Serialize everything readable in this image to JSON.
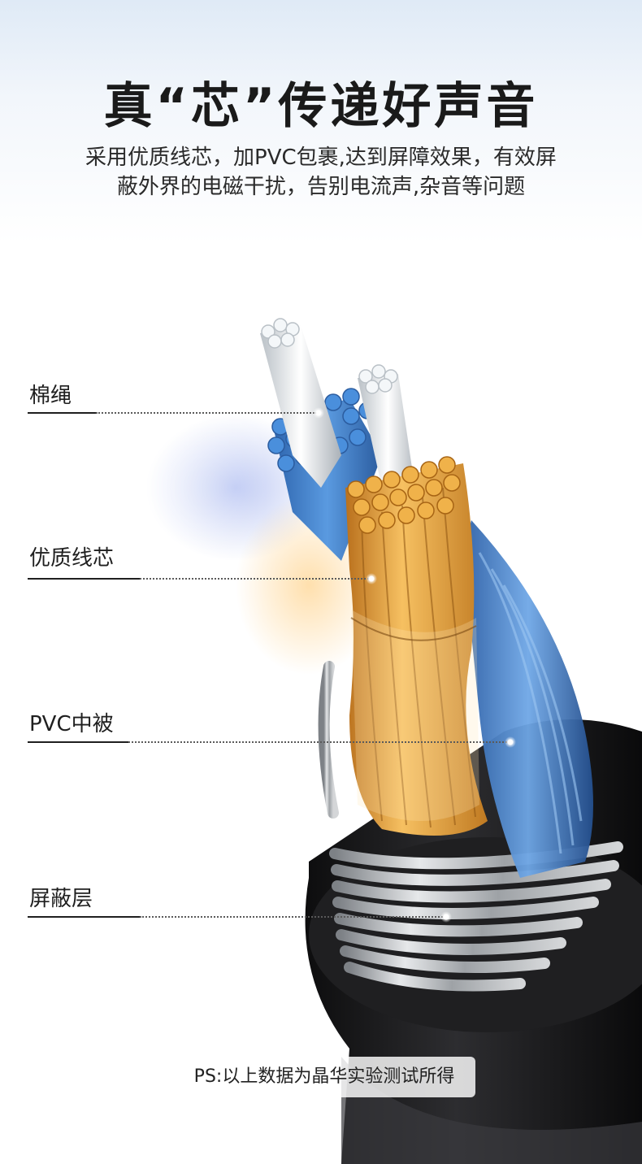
{
  "header": {
    "title": "真“芯”传递好声音",
    "subtitle_line1": "采用优质线芯，加PVC包裹,达到屏障效果，有效屏",
    "subtitle_line2": "蔽外界的电磁干扰，告别电流声,杂音等问题"
  },
  "callouts": [
    {
      "label": "棉绳"
    },
    {
      "label": "优质线芯"
    },
    {
      "label": "PVC中被"
    },
    {
      "label": "屏蔽层"
    }
  ],
  "footnote": "PS:以上数据为晶华实验测试所得",
  "colors": {
    "copper": "#e8a33a",
    "blue_strand": "#3f84d2",
    "white_strand": "#e9eef2",
    "shield_silver": "#b8bcc0",
    "jacket_black": "#1b1b1d"
  }
}
